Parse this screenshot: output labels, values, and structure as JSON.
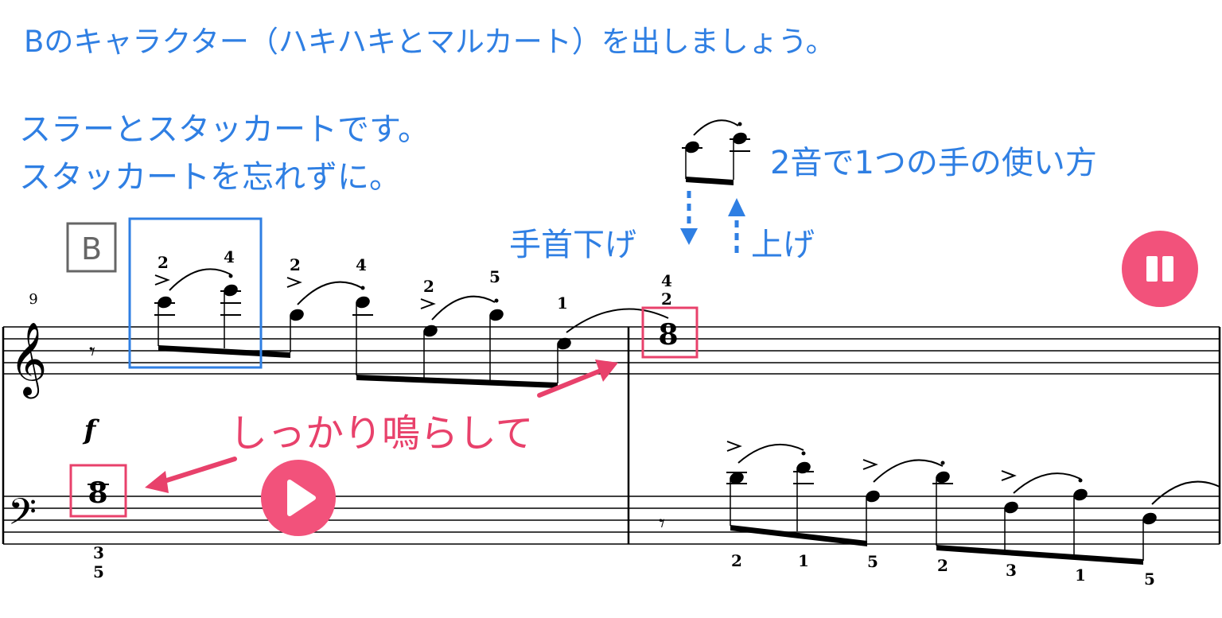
{
  "title": "Bのキャラクター（ハキハキとマルカート）を出しましょう。",
  "notes": {
    "line1": "スラーとスタッカートです。",
    "line2": "スタッカートを忘れずに。",
    "two_note_hand": "2音で1つの手の使い方",
    "wrist_down": "手首下げ",
    "wrist_up": "上げ",
    "ring_out": "しっかり鳴らして"
  },
  "score": {
    "rehearsal_mark": "B",
    "measure_number": "9",
    "dynamic": "f",
    "treble_m1_fingerings": [
      "2",
      "4",
      "2",
      "4",
      "2",
      "5",
      "1"
    ],
    "treble_m2_chord_fingering": [
      "4",
      "2"
    ],
    "bass_m1_chord_fingering": [
      "3",
      "5"
    ],
    "bass_m2_fingerings": [
      "2",
      "1",
      "5",
      "2",
      "3",
      "1",
      "5"
    ]
  },
  "controls": {
    "play": "play",
    "pause": "pause"
  },
  "colors": {
    "blue": "#2f7fe3",
    "pink": "#e8416b",
    "button": "#f2527b",
    "gray": "#666666"
  }
}
